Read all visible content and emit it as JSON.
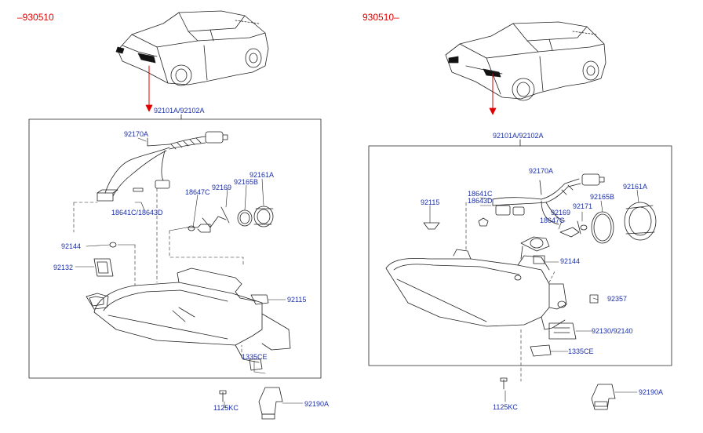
{
  "colors": {
    "label": "#1c2fa8",
    "section_code": "#e00000",
    "arrow": "#e00000",
    "line": "#222222"
  },
  "left": {
    "section_code": "–930510",
    "assembly": "92101A/92102A",
    "labels": {
      "harness": "92170A",
      "socket_a": "18641C/18643D",
      "bracket_a": "18647C",
      "spring": "92169",
      "oring": "92165B",
      "cap": "92161A",
      "clip": "92144",
      "adjuster": "92132",
      "nut": "92115",
      "bolt_a": "1335CE",
      "screw": "1125KC",
      "mount": "92190A"
    }
  },
  "right": {
    "section_code": "930510–",
    "assembly": "92101A/92102A",
    "labels": {
      "harness": "92170A",
      "nut": "92115",
      "socket_1": "18641C",
      "socket_2": "18643D",
      "bracket": "18647C",
      "spring": "92169",
      "clip_b": "92171",
      "oring": "92165B",
      "cap": "92161A",
      "clip": "92144",
      "screw_b": "92357",
      "bracket_b": "92130/92140",
      "bolt_a": "1335CE",
      "screw": "1125KC",
      "mount": "92190A"
    }
  }
}
